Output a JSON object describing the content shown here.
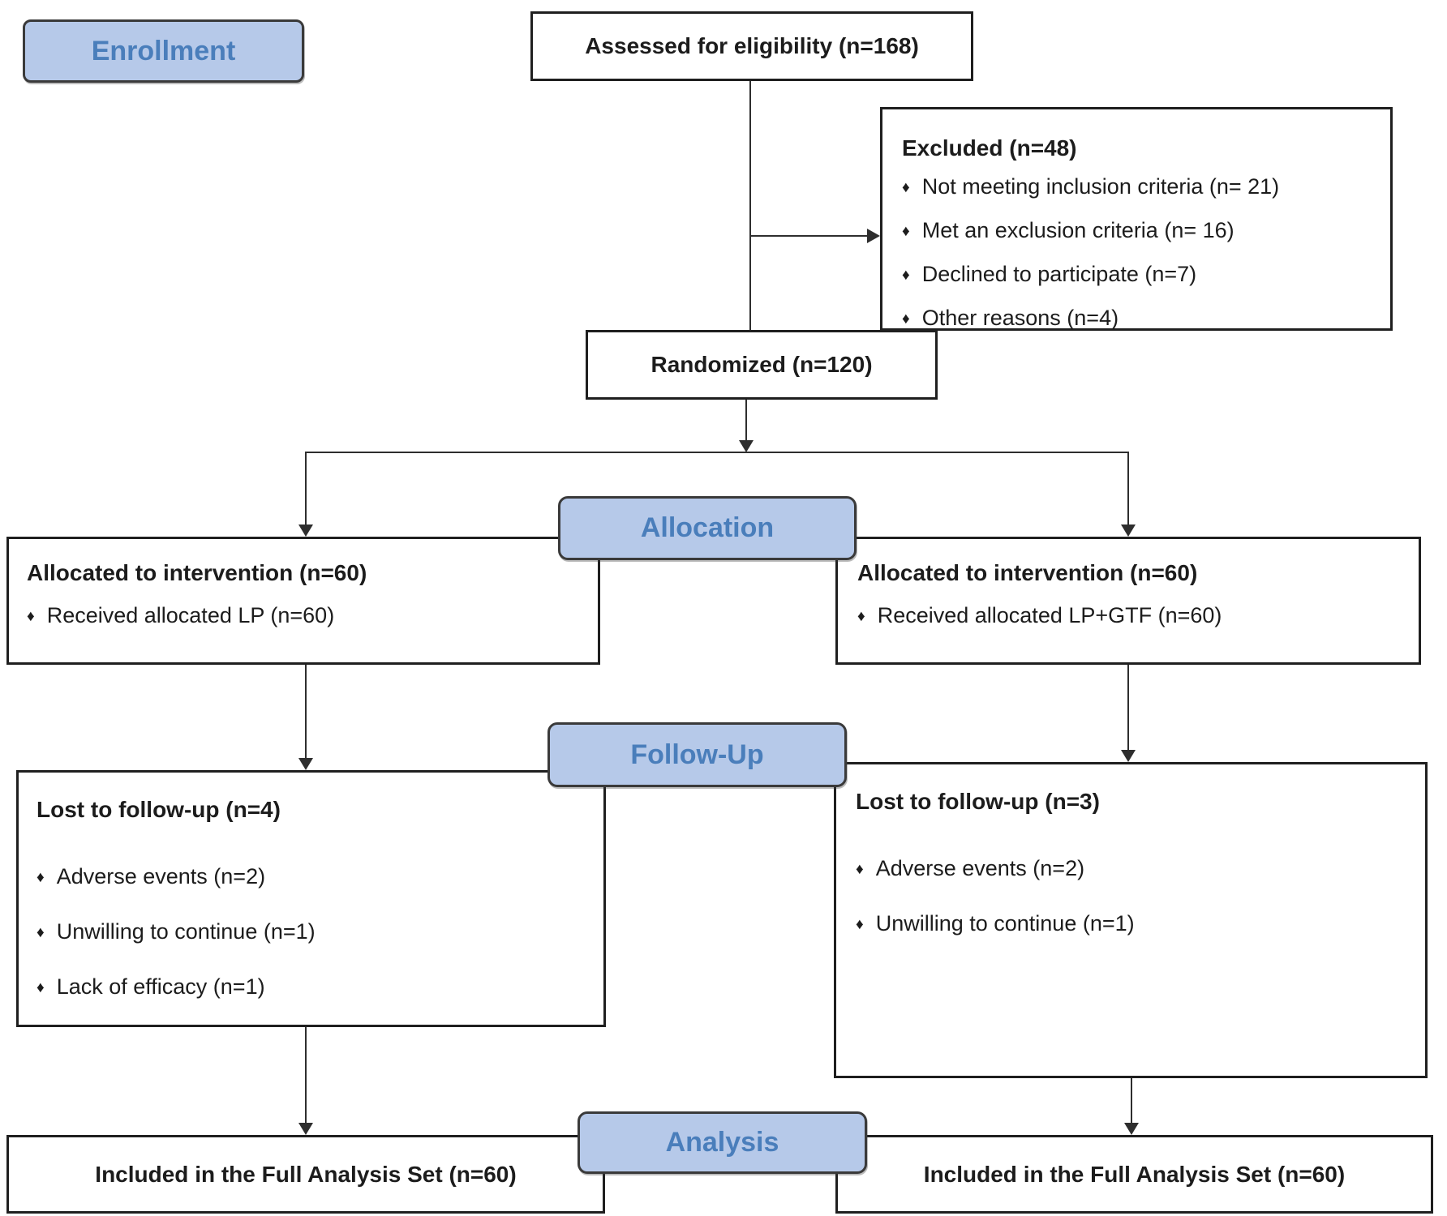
{
  "labels": {
    "enrollment": "Enrollment",
    "allocation": "Allocation",
    "followup": "Follow-Up",
    "analysis": "Analysis"
  },
  "bullet_char": "♦",
  "boxes": {
    "assessed": {
      "title": "Assessed for eligibility (n=168)"
    },
    "excluded": {
      "title": "Excluded (n=48)",
      "bullets": [
        "Not meeting inclusion criteria (n= 21)",
        "Met an exclusion  criteria (n= 16)",
        "Declined to participate (n=7)",
        "Other reasons (n=4)"
      ]
    },
    "randomized": {
      "title": "Randomized (n=120)"
    },
    "alloc_left": {
      "title": "Allocated to intervention (n=60)",
      "bullets": [
        "Received allocated LP (n=60)"
      ]
    },
    "alloc_right": {
      "title": "Allocated to intervention (n=60)",
      "bullets": [
        "Received allocated LP+GTF (n=60)"
      ]
    },
    "fu_left": {
      "title": "Lost to follow-up (n=4)",
      "bullets": [
        "Adverse events (n=2)",
        "Unwilling to continue (n=1)",
        "Lack of efficacy (n=1)"
      ]
    },
    "fu_right": {
      "title": "Lost to follow-up (n=3)",
      "bullets": [
        "Adverse events (n=2)",
        "Unwilling to continue (n=1)"
      ]
    },
    "analysis_left": {
      "title": "Included in the Full Analysis Set (n=60)"
    },
    "analysis_right": {
      "title": "Included in the Full Analysis Set (n=60)"
    }
  },
  "colors": {
    "label_fill": "#b6c9e9",
    "label_text": "#4a7ebb",
    "label_border": "#3a3a3a",
    "box_border": "#1f1f1f",
    "text_color": "#1c1c1c",
    "line_color": "#2e2e2e"
  }
}
